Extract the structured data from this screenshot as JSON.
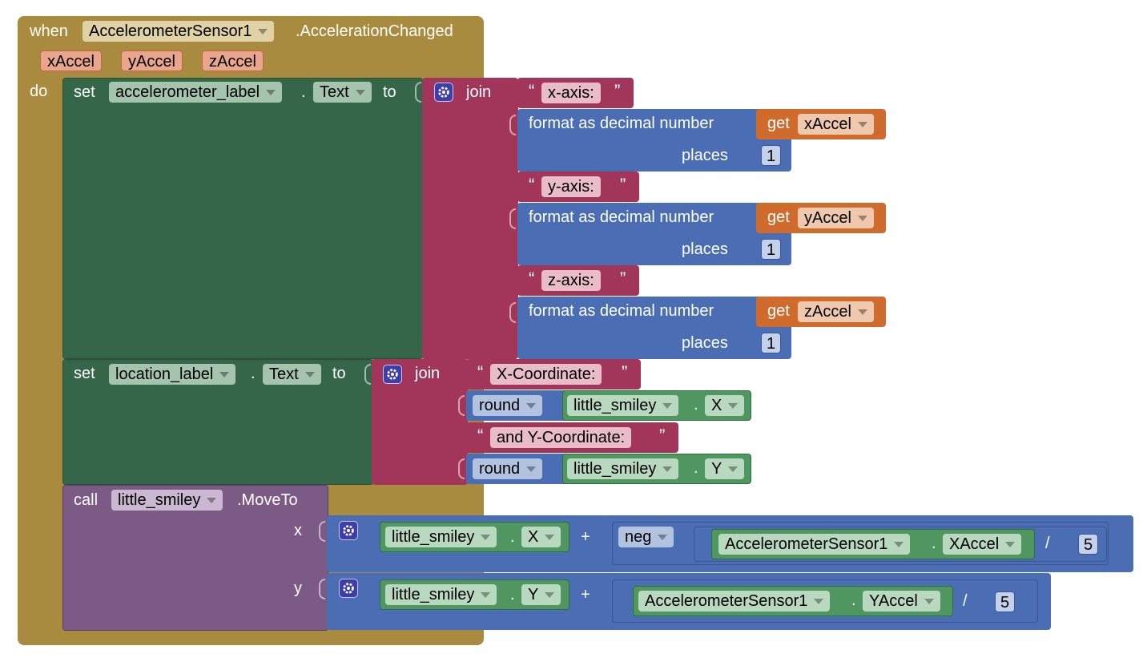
{
  "event": {
    "when_label": "when",
    "component": "AccelerometerSensor1",
    "event_name": ".AccelerationChanged",
    "params": [
      "xAccel",
      "yAccel",
      "zAccel"
    ],
    "do_label": "do"
  },
  "set1": {
    "set_label": "set",
    "component": "accelerometer_label",
    "dot": ".",
    "property": "Text",
    "to_label": "to",
    "join_label": "join",
    "items": [
      {
        "type": "text",
        "value": "x-axis:"
      },
      {
        "type": "format",
        "label": "format as decimal number",
        "get_label": "get",
        "var": "xAccel",
        "places_label": "places",
        "places": "1"
      },
      {
        "type": "text",
        "value": "y-axis:"
      },
      {
        "type": "format",
        "label": "format as decimal number",
        "get_label": "get",
        "var": "yAccel",
        "places_label": "places",
        "places": "1"
      },
      {
        "type": "text",
        "value": "z-axis:"
      },
      {
        "type": "format",
        "label": "format as decimal number",
        "get_label": "get",
        "var": "zAccel",
        "places_label": "places",
        "places": "1"
      }
    ]
  },
  "set2": {
    "set_label": "set",
    "component": "location_label",
    "dot": ".",
    "property": "Text",
    "to_label": "to",
    "join_label": "join",
    "items": [
      {
        "type": "text",
        "value": "X-Coordinate:"
      },
      {
        "type": "round",
        "label": "round",
        "component": "little_smiley",
        "dot": ".",
        "property": "X"
      },
      {
        "type": "text",
        "value": "and Y-Coordinate:"
      },
      {
        "type": "round",
        "label": "round",
        "component": "little_smiley",
        "dot": ".",
        "property": "Y"
      }
    ]
  },
  "call": {
    "call_label": "call",
    "component": "little_smiley",
    "method": ".MoveTo",
    "x_arg": {
      "label": "x",
      "left_component": "little_smiley",
      "left_prop": "X",
      "op": "+",
      "neg_label": "neg",
      "sensor": "AccelerometerSensor1",
      "sensor_prop": "XAccel",
      "div": "/",
      "divisor": "5"
    },
    "y_arg": {
      "label": "y",
      "left_component": "little_smiley",
      "left_prop": "Y",
      "op": "+",
      "sensor": "AccelerometerSensor1",
      "sensor_prop": "YAccel",
      "div": "/",
      "divisor": "5"
    }
  },
  "quote_open": "“",
  "quote_close": "”",
  "colors": {
    "event": "#a88b3e",
    "set_block": "#36664a",
    "text_block": "#a2365a",
    "math_block": "#4a6db4",
    "get_block": "#cf6b2c",
    "call_block": "#7b5a86"
  }
}
